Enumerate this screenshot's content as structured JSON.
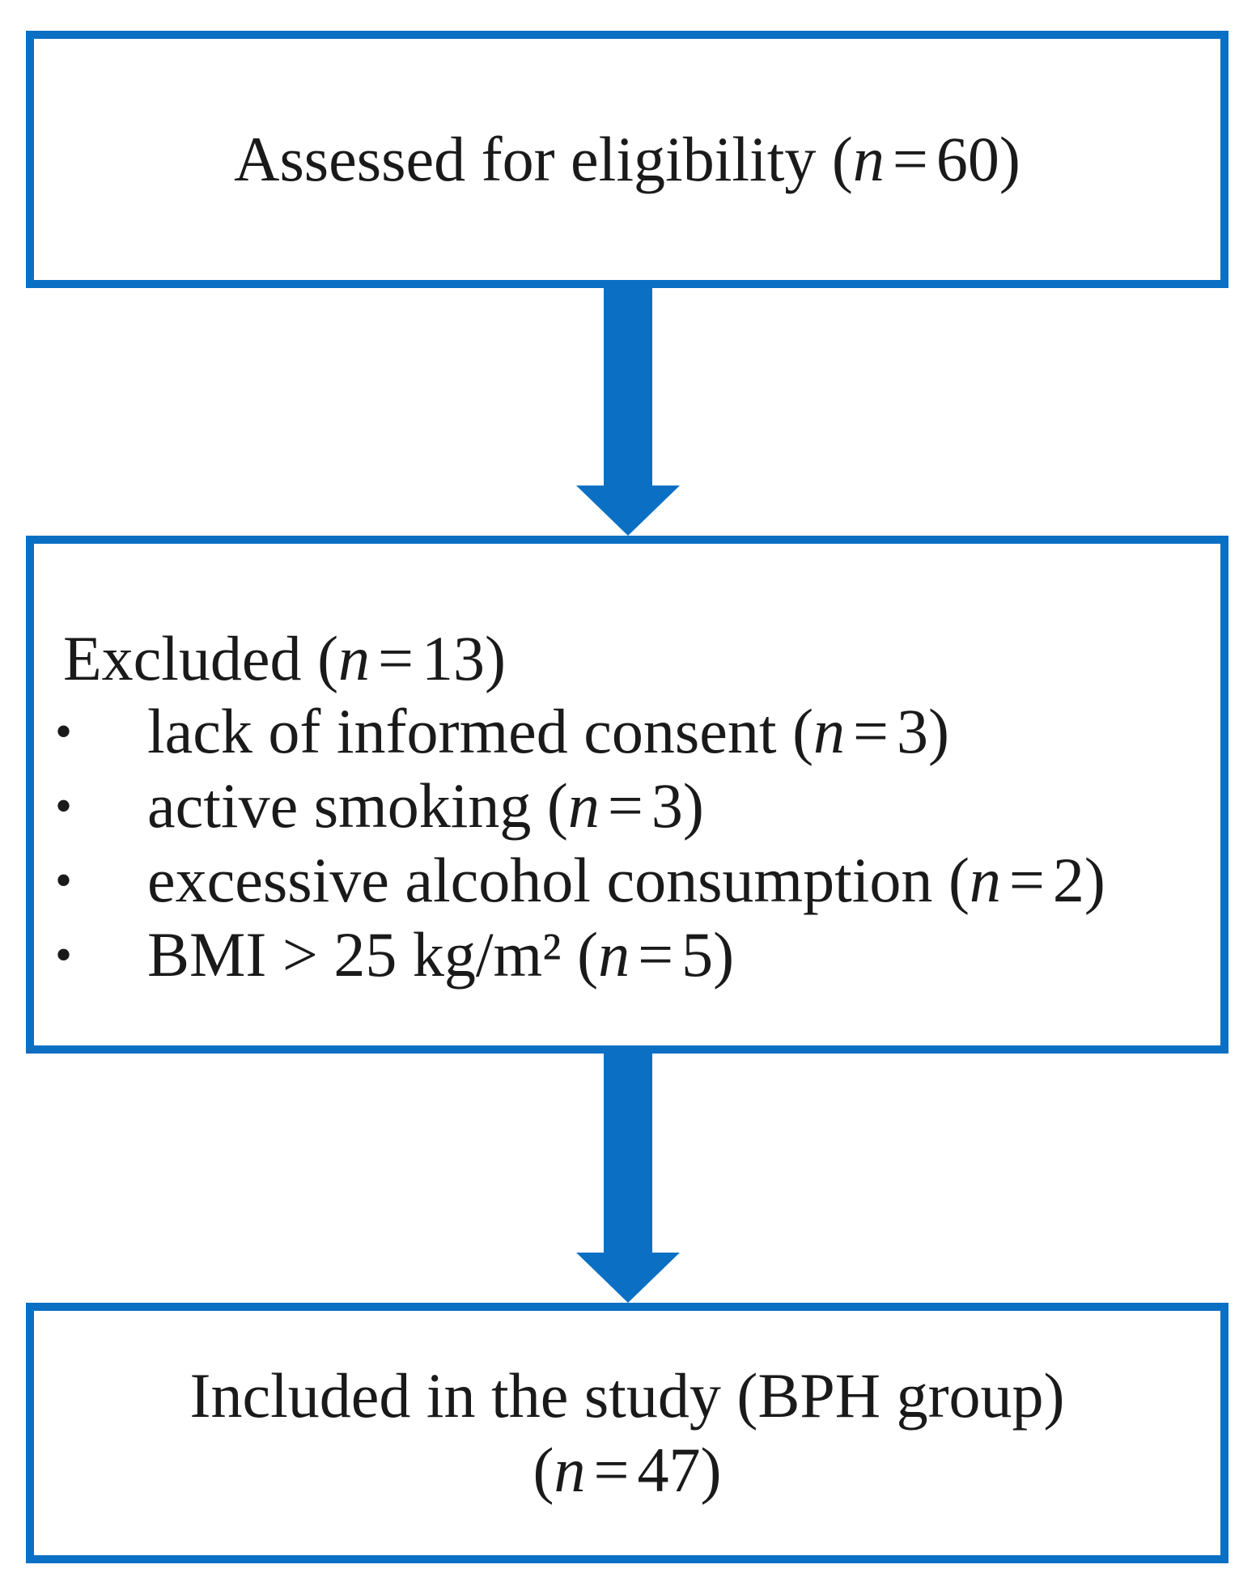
{
  "colors": {
    "accent": "#0b70c4",
    "text": "#1a1a1a"
  },
  "box1": {
    "label": "Assessed for eligibility",
    "n_label": "n",
    "eq": "=",
    "count": "60"
  },
  "box2": {
    "title": "Excluded",
    "n_label": "n",
    "eq": "=",
    "count": "13",
    "bullet": "•",
    "items": [
      {
        "label": "lack of informed consent",
        "count": "3"
      },
      {
        "label": "active smoking",
        "count": "3"
      },
      {
        "label": "excessive alcohol consumption",
        "count": "2"
      },
      {
        "label": "BMI > 25 kg/m²",
        "count": "5"
      }
    ]
  },
  "box3": {
    "label": "Included in the study (BPH group)",
    "n_label": "n",
    "eq": "=",
    "count": "47"
  }
}
